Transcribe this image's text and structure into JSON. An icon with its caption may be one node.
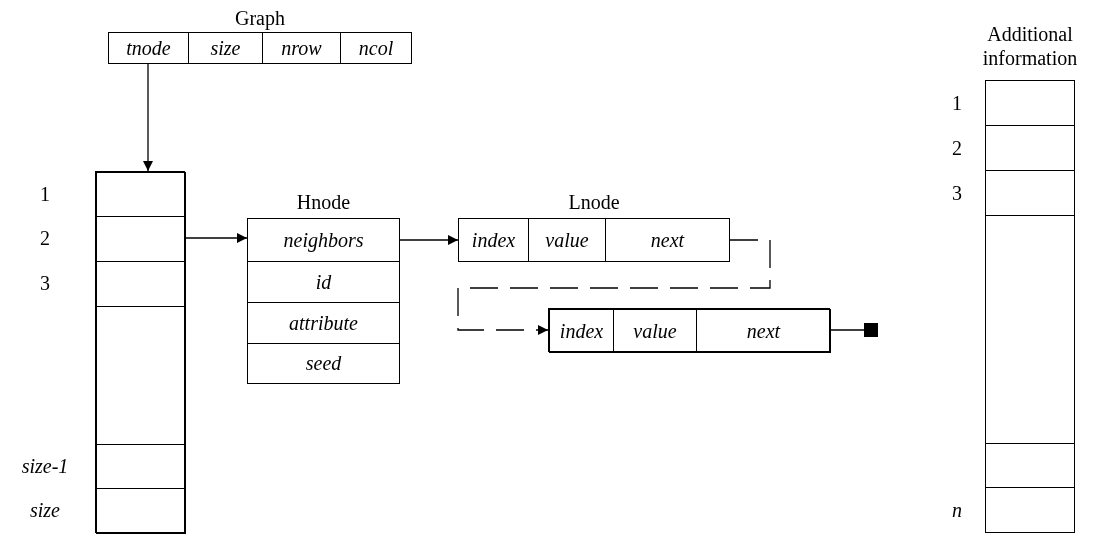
{
  "diagram": {
    "nodes": [
      {
        "text": [
          "Graph"
        ]
      },
      {
        "text": [
          "tnode"
        ],
        "in": 0
      },
      {
        "text": [
          "size"
        ],
        "in": 0
      },
      {
        "text": [
          "nrow"
        ],
        "in": 0
      },
      {
        "text": [
          "ncol"
        ],
        "in": 0
      },
      {
        "text": [],
        "shape": "box"
      },
      {
        "text": [],
        "shape": "box",
        "in": 5,
        "beside": [
          "1"
        ]
      },
      {
        "text": [],
        "shape": "box",
        "in": 5,
        "beside": [
          "2"
        ]
      },
      {
        "text": [],
        "shape": "box",
        "in": 5,
        "beside": [
          "3"
        ]
      },
      {
        "text": [],
        "shape": "box",
        "in": 5
      },
      {
        "text": [],
        "shape": "box",
        "in": 5,
        "beside": [
          "size-1"
        ]
      },
      {
        "text": [],
        "shape": "box",
        "in": 5,
        "beside": [
          "size"
        ]
      },
      {
        "text": [
          "Hnode"
        ]
      },
      {
        "text": [
          "neighbors"
        ],
        "in": 12
      },
      {
        "text": [
          "id"
        ],
        "in": 12
      },
      {
        "text": [
          "attribute"
        ],
        "in": 12
      },
      {
        "text": [
          "seed"
        ],
        "in": 12
      },
      {
        "text": [
          "Lnode"
        ]
      },
      {
        "text": [
          "index"
        ],
        "in": 17
      },
      {
        "text": [
          "value"
        ],
        "in": 17
      },
      {
        "text": [
          "next"
        ],
        "in": 17
      },
      {
        "text": [],
        "shape": "box"
      },
      {
        "text": [
          "index"
        ],
        "in": 21
      },
      {
        "text": [
          "value"
        ],
        "in": 21
      },
      {
        "text": [
          "next"
        ],
        "in": 21
      },
      {
        "text": [],
        "shape": "box"
      },
      {
        "text": [
          "Additional information"
        ]
      },
      {
        "text": [],
        "shape": "box",
        "in": 26,
        "beside": [
          "1"
        ]
      },
      {
        "text": [],
        "shape": "box",
        "in": 26,
        "beside": [
          "2"
        ]
      },
      {
        "text": [],
        "shape": "box",
        "in": 26,
        "beside": [
          "3"
        ]
      },
      {
        "text": [],
        "shape": "box",
        "in": 26
      },
      {
        "text": [],
        "shape": "box",
        "in": 26
      },
      {
        "text": [],
        "shape": "box",
        "in": 26,
        "beside": [
          "n"
        ]
      }
    ],
    "edges": [
      {
        "from": 1,
        "to": 5,
        "arrow": "to"
      },
      {
        "from": 7,
        "to": 13,
        "arrow": "to"
      },
      {
        "from": 13,
        "to": 18,
        "arrow": "to"
      },
      {
        "from": 20,
        "to": 22,
        "arrow": "to",
        "style": "dashed"
      },
      {
        "from": 24,
        "to": 25,
        "arrow": "none"
      }
    ]
  }
}
